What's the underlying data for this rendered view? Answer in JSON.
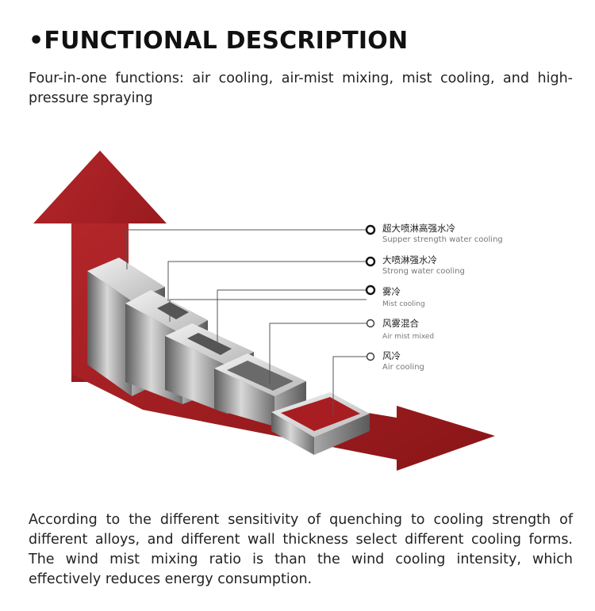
{
  "heading": {
    "bullet": "•",
    "title": "FUNCTIONAL DESCRIPTION"
  },
  "intro_text": "Four-in-one functions: air cooling, air-mist mixing, mist cooling, and high-pressure spraying",
  "diagram": {
    "labels": [
      {
        "cn": "超大喷淋高强水冷",
        "en": "Supper strength water cooling"
      },
      {
        "cn": "大喷淋强水冷",
        "en": "Strong water cooling"
      },
      {
        "cn": "雾冷",
        "en": "Mist cooling"
      },
      {
        "cn": "风雾混合",
        "en": "Air mist mixed"
      },
      {
        "cn": "风冷",
        "en": "Air cooling"
      }
    ],
    "colors": {
      "arrow": "#9c1c1f",
      "block_light": "#d9d9d9",
      "block_dark": "#6b6b6b"
    }
  },
  "outro_text": "According to the different sensitivity of quenching to cooling strength of different alloys, and different wall thickness select different cooling forms. The wind mist mixing ratio is than the wind cooling intensity, which effectively reduces energy consumption."
}
